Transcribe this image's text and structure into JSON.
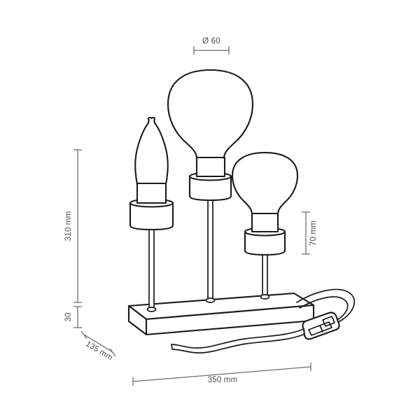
{
  "drawing": {
    "title": "Table lamp technical dimension drawing",
    "subject": "three-bulb wooden base table lamp",
    "line_color": "#1a1a1a",
    "dimension_color": "#6b6b6b",
    "background_color": "#ffffff"
  },
  "dimensions": {
    "bulb_diameter": {
      "label": "Ø 60",
      "name": "bulb-diameter-dimension",
      "orientation": "horizontal",
      "position": "top"
    },
    "total_height": {
      "label": "310 mm",
      "name": "total-height-dimension",
      "orientation": "vertical",
      "position": "left"
    },
    "base_thickness": {
      "label": "30",
      "name": "base-thickness-dimension",
      "orientation": "vertical",
      "position": "left-lower"
    },
    "base_depth": {
      "label": "135 mm",
      "name": "base-depth-dimension",
      "orientation": "diagonal",
      "position": "lower-left"
    },
    "socket_height": {
      "label": "70 mm",
      "name": "socket-height-dimension",
      "orientation": "vertical",
      "position": "right"
    },
    "base_width": {
      "label": "350 mm",
      "name": "base-width-dimension",
      "orientation": "horizontal",
      "position": "bottom"
    }
  },
  "parts": {
    "bulb_left": "edison-teardrop-bulb",
    "bulb_center": "large-globe-bulb",
    "bulb_right": "small-globe-bulb",
    "socket_left": "lamp-socket-left",
    "socket_center": "lamp-socket-center",
    "socket_right": "lamp-socket-right",
    "rod_left": "support-rod-left",
    "rod_center": "support-rod-center",
    "rod_right": "support-rod-right",
    "base": "wooden-base-slab",
    "cord": "power-cord",
    "switch": "inline-rocker-switch"
  }
}
